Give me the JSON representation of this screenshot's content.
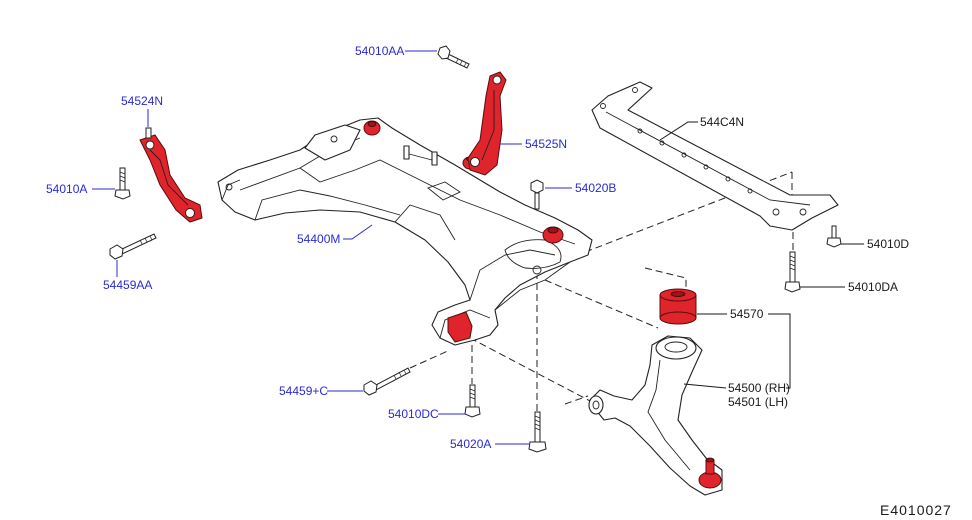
{
  "colors": {
    "callout_blue": "#2a2ad4",
    "callout_black": "#1a1a1a",
    "highlight_red": "#e0242c",
    "line": "#222222"
  },
  "callouts": {
    "c54010AA": "54010AA",
    "c54524N": "54524N",
    "c54010A": "54010A",
    "c54459AA": "54459AA",
    "c54525N": "54525N",
    "c54020B": "54020B",
    "c54400M": "54400M",
    "c544C4N": "544C4N",
    "c54010D": "54010D",
    "c54010DA": "54010DA",
    "c54570": "54570",
    "c54500": "54500 (RH)",
    "c54501": "54501 (LH)",
    "c54459C": "54459+C",
    "c54010DC": "54010DC",
    "c54020A": "54020A"
  },
  "figure_code": "E4010027"
}
